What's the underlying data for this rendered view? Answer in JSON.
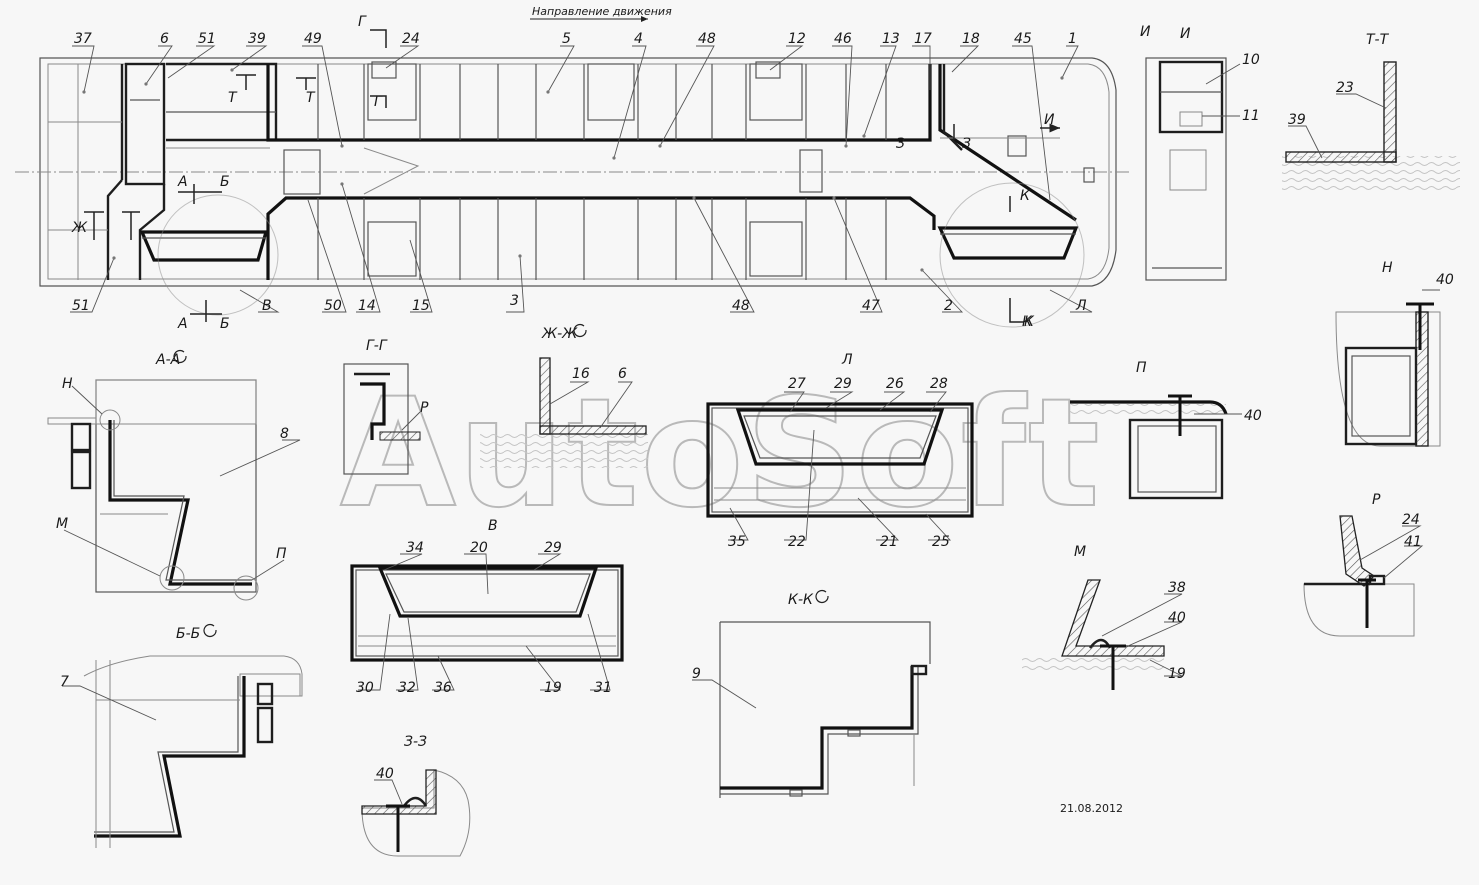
{
  "direction_label": "Направление движения",
  "drawing_date": "21.08.2012",
  "watermark": "AutoSoft",
  "main_view": {
    "callouts_top": [
      "37",
      "6",
      "51",
      "39",
      "49",
      "24",
      "5",
      "4",
      "48",
      "12",
      "46",
      "13",
      "17",
      "18",
      "45",
      "1"
    ],
    "callouts_bottom": [
      "51",
      "В",
      "50",
      "14",
      "15",
      "3",
      "48",
      "47",
      "2",
      "Л"
    ],
    "section_marks": [
      "Г",
      "Т",
      "А",
      "Б",
      "Ж",
      "З",
      "И",
      "К",
      "Т",
      "З",
      "И",
      "К",
      "Г"
    ],
    "section_bottom": [
      "А",
      "Б",
      "К"
    ]
  },
  "views": {
    "i": {
      "title": "И",
      "callouts": [
        "10",
        "11"
      ]
    },
    "tt": {
      "title": "Т-Т",
      "callouts": [
        "23",
        "39"
      ]
    },
    "h": {
      "title": "Н",
      "callouts": [
        "40"
      ]
    },
    "aa": {
      "title": "А-А",
      "callouts": [
        "Н",
        "8",
        "М",
        "П"
      ]
    },
    "gg": {
      "title": "Г-Г",
      "callouts": [
        "Р"
      ]
    },
    "zhzh": {
      "title": "Ж-Ж",
      "callouts": [
        "16",
        "6"
      ]
    },
    "l": {
      "title": "Л",
      "callouts": [
        "27",
        "29",
        "26",
        "28",
        "35",
        "22",
        "21",
        "25"
      ]
    },
    "p": {
      "title": "П",
      "callouts": [
        "40"
      ]
    },
    "r": {
      "title": "Р",
      "callouts": [
        "24",
        "41"
      ]
    },
    "v": {
      "title": "В",
      "callouts": [
        "34",
        "20",
        "29",
        "30",
        "32",
        "36",
        "19",
        "31"
      ]
    },
    "m": {
      "title": "М",
      "callouts": [
        "38",
        "40",
        "19"
      ]
    },
    "kk": {
      "title": "К-К",
      "callouts": [
        "9"
      ]
    },
    "bb": {
      "title": "Б-Б",
      "callouts": [
        "7"
      ]
    },
    "zz": {
      "title": "З-З",
      "callouts": [
        "40"
      ]
    }
  }
}
